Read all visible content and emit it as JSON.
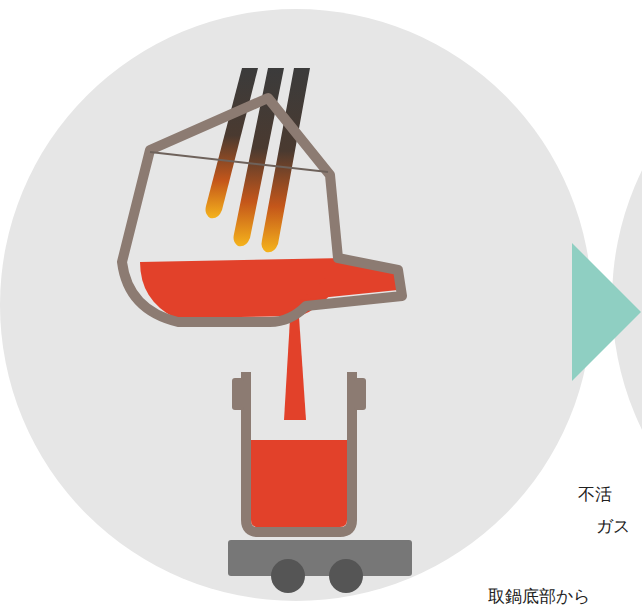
{
  "diagram": {
    "labels": [
      "不活",
      "ガス",
      "取鍋底部から"
    ]
  }
}
